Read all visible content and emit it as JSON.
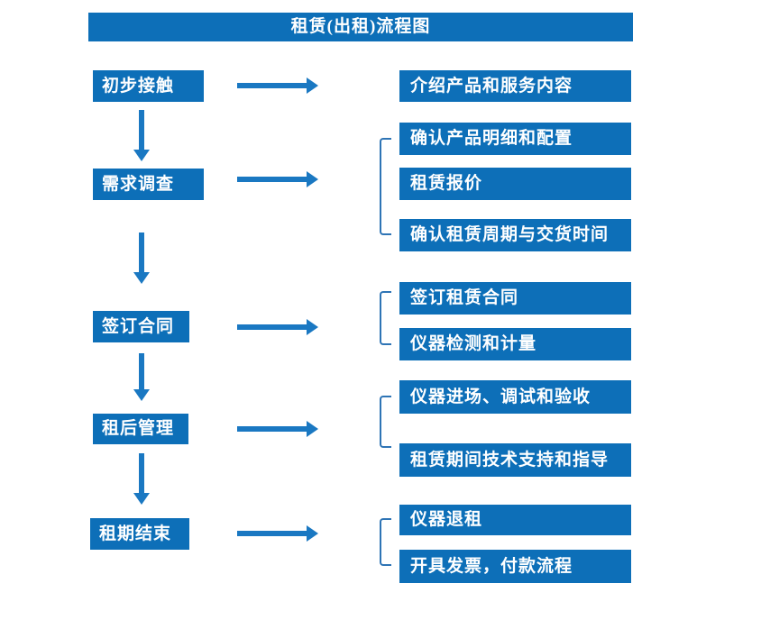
{
  "title": "租赁(出租)流程图",
  "colors": {
    "box": "#0d6fb8",
    "arrow": "#1a78c2",
    "bracket": "#2e74b5",
    "text": "#ffffff",
    "bg": "#ffffff"
  },
  "steps": [
    {
      "label": "初步接触",
      "outputs": [
        "介绍产品和服务内容"
      ]
    },
    {
      "label": "需求调查",
      "outputs": [
        "确认产品明细和配置",
        "租赁报价",
        "确认租赁周期与交货时间"
      ]
    },
    {
      "label": "签订合同",
      "outputs": [
        "签订租赁合同",
        "仪器检测和计量"
      ]
    },
    {
      "label": "租后管理",
      "outputs": [
        "仪器进场、调试和验收",
        "租赁期间技术支持和指导"
      ]
    },
    {
      "label": "租期结束",
      "outputs": [
        "仪器退租",
        "开具发票，付款流程"
      ]
    }
  ]
}
